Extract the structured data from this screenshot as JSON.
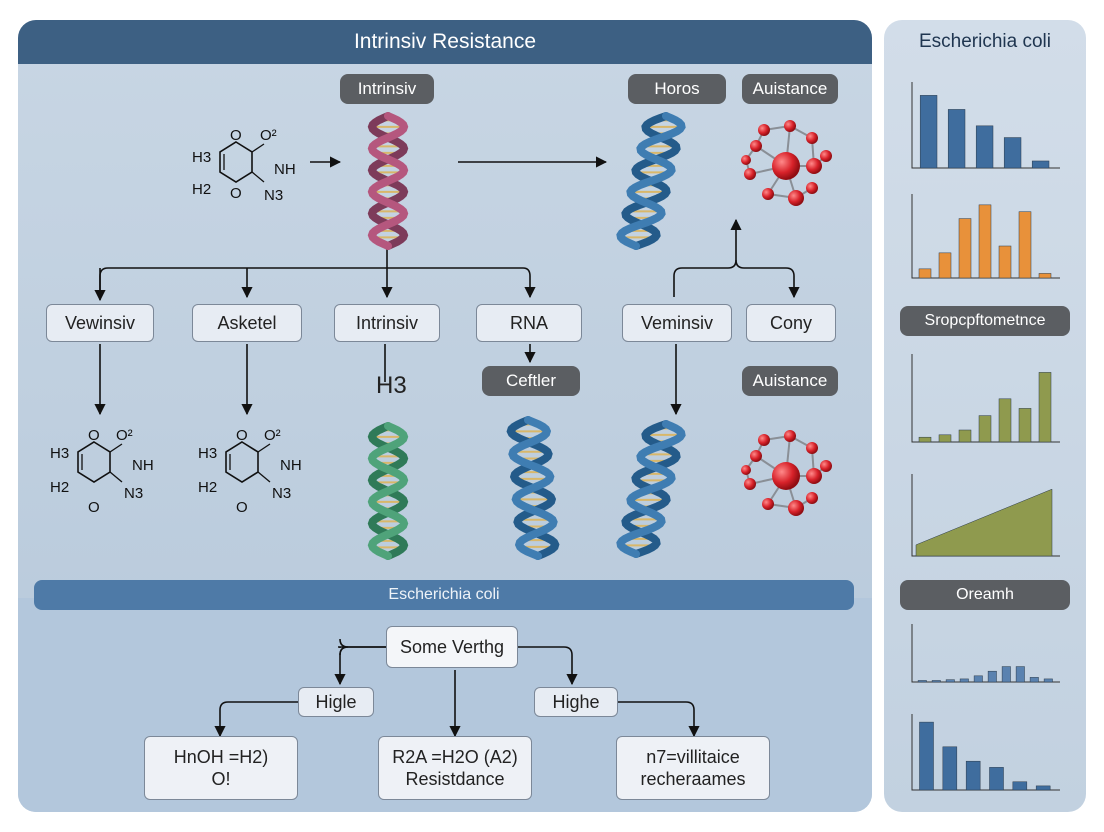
{
  "main": {
    "title": "Intrinsiv Resistance",
    "tags": {
      "top_center": "Intrinsiv",
      "top_right_a": "Horos",
      "top_right_b": "Auistance",
      "mid_center": "Ceftler",
      "mid_right": "Auistance"
    },
    "row_boxes": [
      "Vewinsiv",
      "Asketel",
      "Intrinsiv",
      "RNA",
      "Veminsiv",
      "Cony"
    ],
    "h3_label": "H3",
    "chem": {
      "h3": "H3",
      "h2": "H2",
      "o": "O",
      "o2": "O²",
      "nh": "NH",
      "n3": "N3"
    },
    "band_label": "Escherichia coli",
    "flow": {
      "root": "Some Verthg",
      "left": "Higle",
      "right": "Highe",
      "out_left": [
        "HnOH =H2)",
        "O!"
      ],
      "out_mid": [
        "R2A =H2O  (A2)",
        "Resistdance"
      ],
      "out_right": [
        "n7=villitaice",
        "recheraames"
      ]
    }
  },
  "sidebar": {
    "title": "Escherichia coli",
    "tag_1": "Sropcpftometnce",
    "tag_2": "Oreamh"
  },
  "chart_data": [
    {
      "type": "bar",
      "color": "#3f6d9e",
      "values": [
        62,
        50,
        36,
        26,
        6
      ]
    },
    {
      "type": "bar",
      "color": "#e8913a",
      "values": [
        8,
        22,
        52,
        64,
        28,
        58,
        4
      ]
    },
    {
      "type": "bar",
      "color": "#8f9a4e",
      "values": [
        4,
        6,
        10,
        22,
        36,
        28,
        58
      ]
    },
    {
      "type": "area",
      "color": "#8f9a4e",
      "values": [
        10,
        60
      ]
    },
    {
      "type": "bar",
      "color": "#5a82b0",
      "values": [
        2,
        2,
        3,
        4,
        8,
        14,
        20,
        20,
        6,
        4
      ]
    },
    {
      "type": "bar",
      "color": "#3f6d9e",
      "values": [
        66,
        42,
        28,
        22,
        8,
        4
      ]
    }
  ]
}
